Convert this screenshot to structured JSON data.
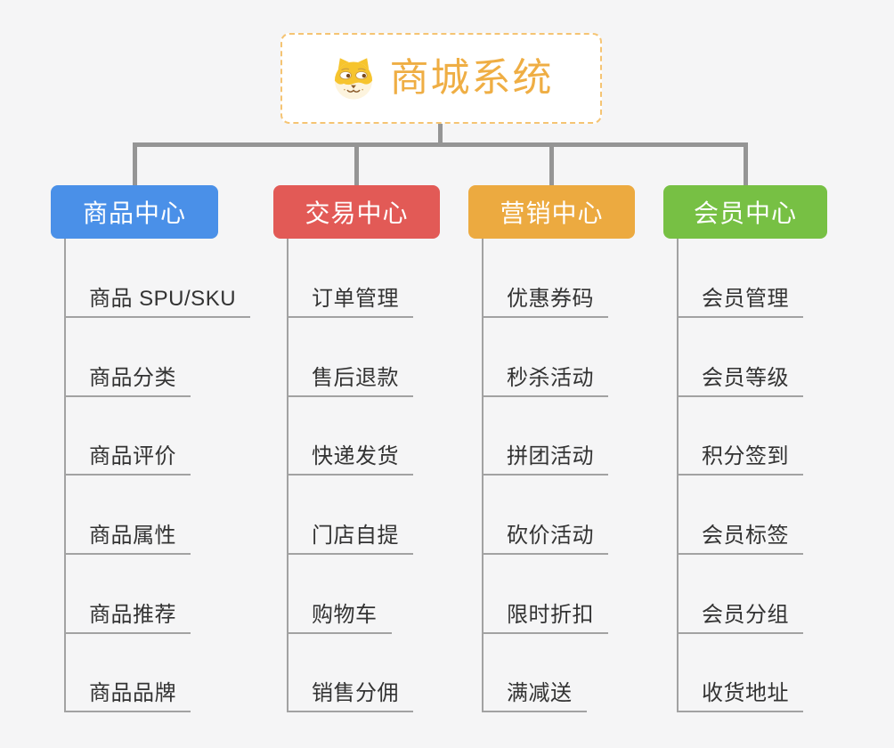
{
  "root": {
    "title": "商城系统",
    "icon": "shiba-dog-icon"
  },
  "branches": [
    {
      "label": "商品中心",
      "color": "#4a90e8",
      "children": [
        "商品 SPU/SKU",
        "商品分类",
        "商品评价",
        "商品属性",
        "商品推荐",
        "商品品牌"
      ]
    },
    {
      "label": "交易中心",
      "color": "#e25a56",
      "children": [
        "订单管理",
        "售后退款",
        "快递发货",
        "门店自提",
        "购物车",
        "销售分佣"
      ]
    },
    {
      "label": "营销中心",
      "color": "#ecaa40",
      "children": [
        "优惠券码",
        "秒杀活动",
        "拼团活动",
        "砍价活动",
        "限时折扣",
        "满减送"
      ]
    },
    {
      "label": "会员中心",
      "color": "#77c044",
      "children": [
        "会员管理",
        "会员等级",
        "积分签到",
        "会员标签",
        "会员分组",
        "收货地址"
      ]
    }
  ],
  "palette": {
    "background": "#f5f5f6",
    "connector": "#959595",
    "sub_connector": "#a2a2a2",
    "root_border": "#f5c473",
    "root_text": "#efae44",
    "item_text": "#333333"
  }
}
